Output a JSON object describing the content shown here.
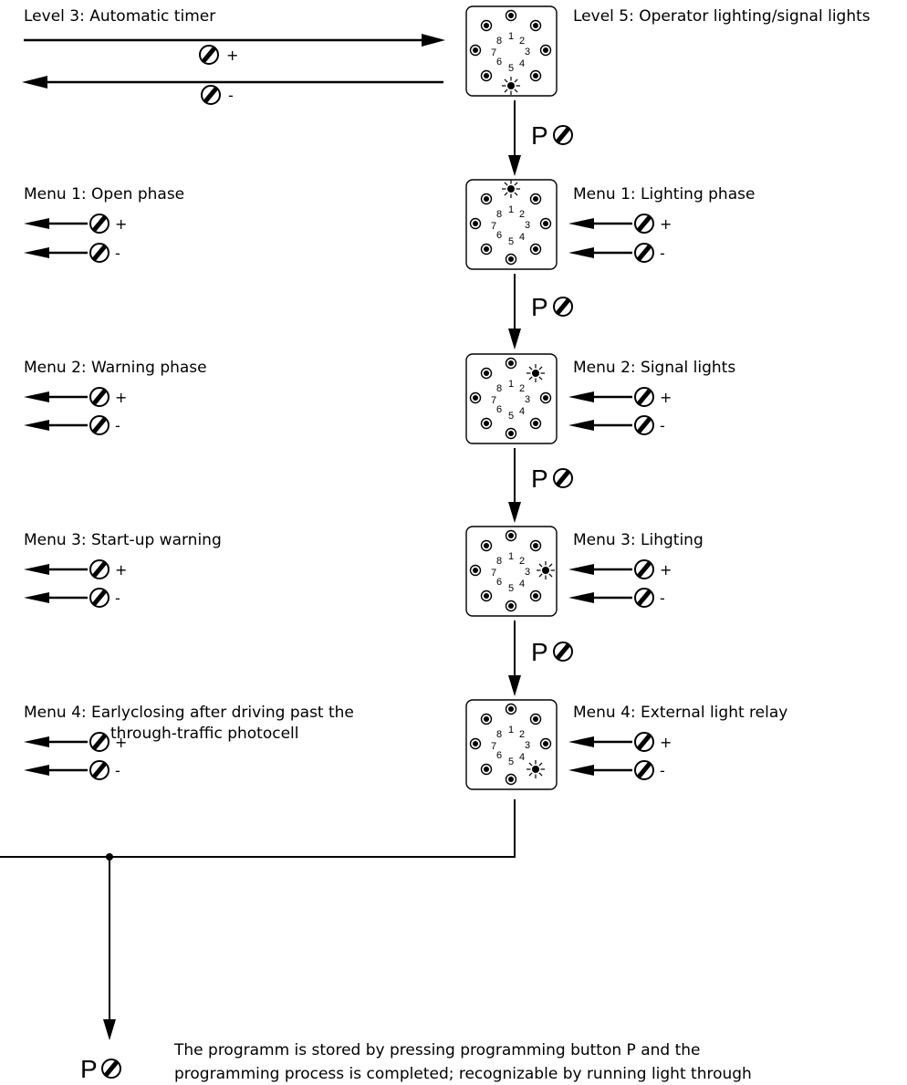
{
  "level3_label": "Level 3: Automatic timer",
  "level5_label": "Level 5: Operator lighting/signal lights",
  "plus_sign": "+",
  "minus_sign": "-",
  "p_label": "P",
  "led_numbers": [
    "1",
    "2",
    "3",
    "4",
    "5",
    "6",
    "7",
    "8"
  ],
  "left_menus": [
    {
      "label": "Menu 1: Open phase"
    },
    {
      "label": "Menu 2: Warning phase"
    },
    {
      "label": "Menu 3: Start-up warning"
    },
    {
      "label": "Menu 4: Earlyclosing after driving past the",
      "label2": "through-traffic photocell"
    }
  ],
  "right_menus": [
    {
      "label": "Menu 1: Lighting phase",
      "lit_led": 1
    },
    {
      "label": "Menu 2: Signal lights",
      "lit_led": 2
    },
    {
      "label": "Menu 3: Lihgting",
      "lit_led": 3
    },
    {
      "label": "Menu 4: External light relay",
      "lit_led": 4
    }
  ],
  "top_panel_lit_led": 5,
  "footer_text": [
    "The programm is stored by pressing programming button P and the",
    "programming process is completed; recognizable by running light through"
  ]
}
